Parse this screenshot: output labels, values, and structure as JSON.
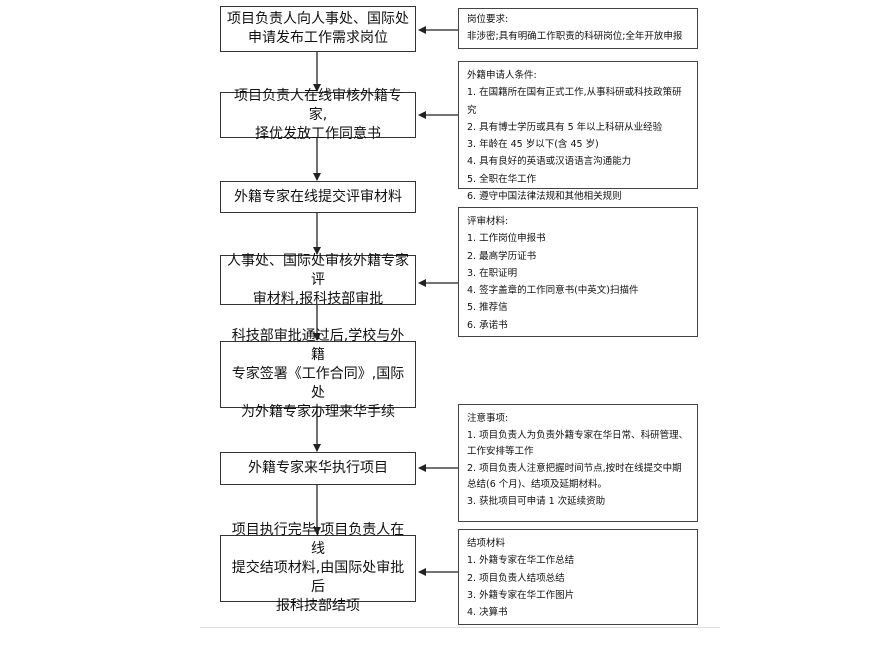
{
  "steps": [
    "项目负责人向人事处、国际处\n申请发布工作需求岗位",
    "项目负责人在线审核外籍专家,\n择优发放工作同意书",
    "外籍专家在线提交评审材料",
    "人事处、国际处审核外籍专家评\n审材料,报科技部审批",
    "科技部审批通过后,学校与外籍\n专家签署《工作合同》,国际处\n为外籍专家办理来华手续",
    "外籍专家来华执行项目",
    "项目执行完毕,项目负责人在线\n提交结项材料,由国际处审批后\n报科技部结项"
  ],
  "notes": [
    {
      "title": "岗位要求:",
      "items": [
        "非涉密;具有明确工作职责的科研岗位;全年开放申报"
      ]
    },
    {
      "title": "外籍申请人条件:",
      "items": [
        "1. 在国籍所在国有正式工作,从事科研或科技政策研究",
        "2. 具有博士学历或具有 5 年以上科研从业经验",
        "3. 年龄在 45 岁以下(含 45 岁)",
        "4. 具有良好的英语或汉语语言沟通能力",
        "5. 全职在华工作",
        "6. 遵守中国法律法规和其他相关规则"
      ]
    },
    {
      "title": "评审材料:",
      "items": [
        "1. 工作岗位申报书",
        "2. 最高学历证书",
        "3. 在职证明",
        "4. 签字盖章的工作同意书(中英文)扫描件",
        "5. 推荐信",
        "6. 承诺书"
      ]
    },
    {
      "title": "注意事项:",
      "items": [
        "1. 项目负责人为负责外籍专家在华日常、科研管理、工作安排等工作",
        "2. 项目负责人注意把握时间节点,按时在线提交中期总结(6 个月)、结项及延期材料。",
        "3. 获批项目可申请 1 次延续资助"
      ]
    },
    {
      "title": "结项材料",
      "items": [
        "1. 外籍专家在华工作总结",
        "2. 项目负责人结项总结",
        "3. 外籍专家在华工作图片",
        "4. 决算书"
      ]
    }
  ]
}
